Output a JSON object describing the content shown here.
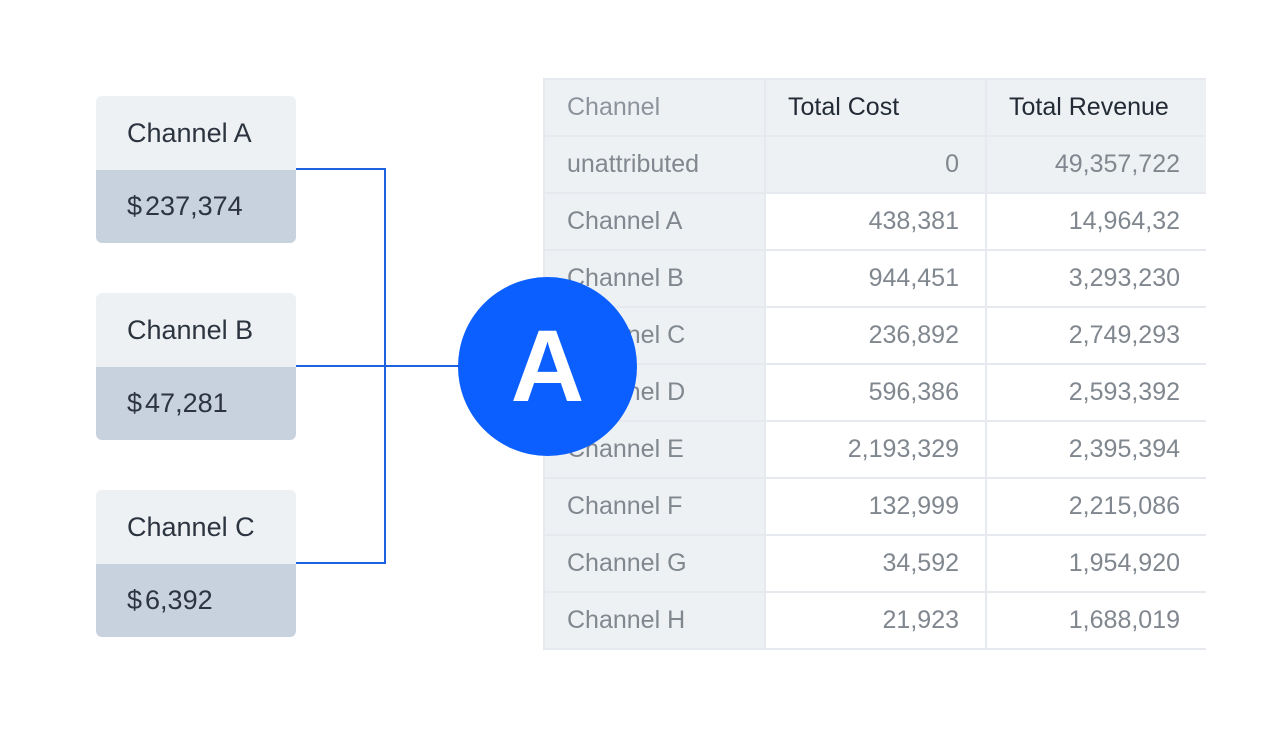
{
  "currency_symbol": "$",
  "channels": [
    {
      "name": "Channel A",
      "value": "237,374"
    },
    {
      "name": "Channel B",
      "value": "47,281"
    },
    {
      "name": "Channel C",
      "value": "6,392"
    }
  ],
  "table": {
    "headers": [
      "Channel",
      "Total Cost",
      "Total Revenue"
    ],
    "rows": [
      {
        "channel": "unattributed",
        "cost": "0",
        "revenue": "49,357,722"
      },
      {
        "channel": "Channel A",
        "cost": "438,381",
        "revenue": "14,964,32"
      },
      {
        "channel": "Channel B",
        "cost": "944,451",
        "revenue": "3,293,230"
      },
      {
        "channel": "Channel C",
        "cost": "236,892",
        "revenue": "2,749,293"
      },
      {
        "channel": "Channel D",
        "cost": "596,386",
        "revenue": "2,593,392"
      },
      {
        "channel": "Channel E",
        "cost": "2,193,329",
        "revenue": "2,395,394"
      },
      {
        "channel": "Channel F",
        "cost": "132,999",
        "revenue": "2,215,086"
      },
      {
        "channel": "Channel G",
        "cost": "34,592",
        "revenue": "1,954,920"
      },
      {
        "channel": "Channel H",
        "cost": "21,923",
        "revenue": "1,688,019"
      }
    ]
  },
  "badge": {
    "letter": "A"
  },
  "colors": {
    "accent": "#0b5fff",
    "card_top": "#eef1f4",
    "card_bottom": "#c7d2de",
    "connector": "#1f62e0"
  }
}
